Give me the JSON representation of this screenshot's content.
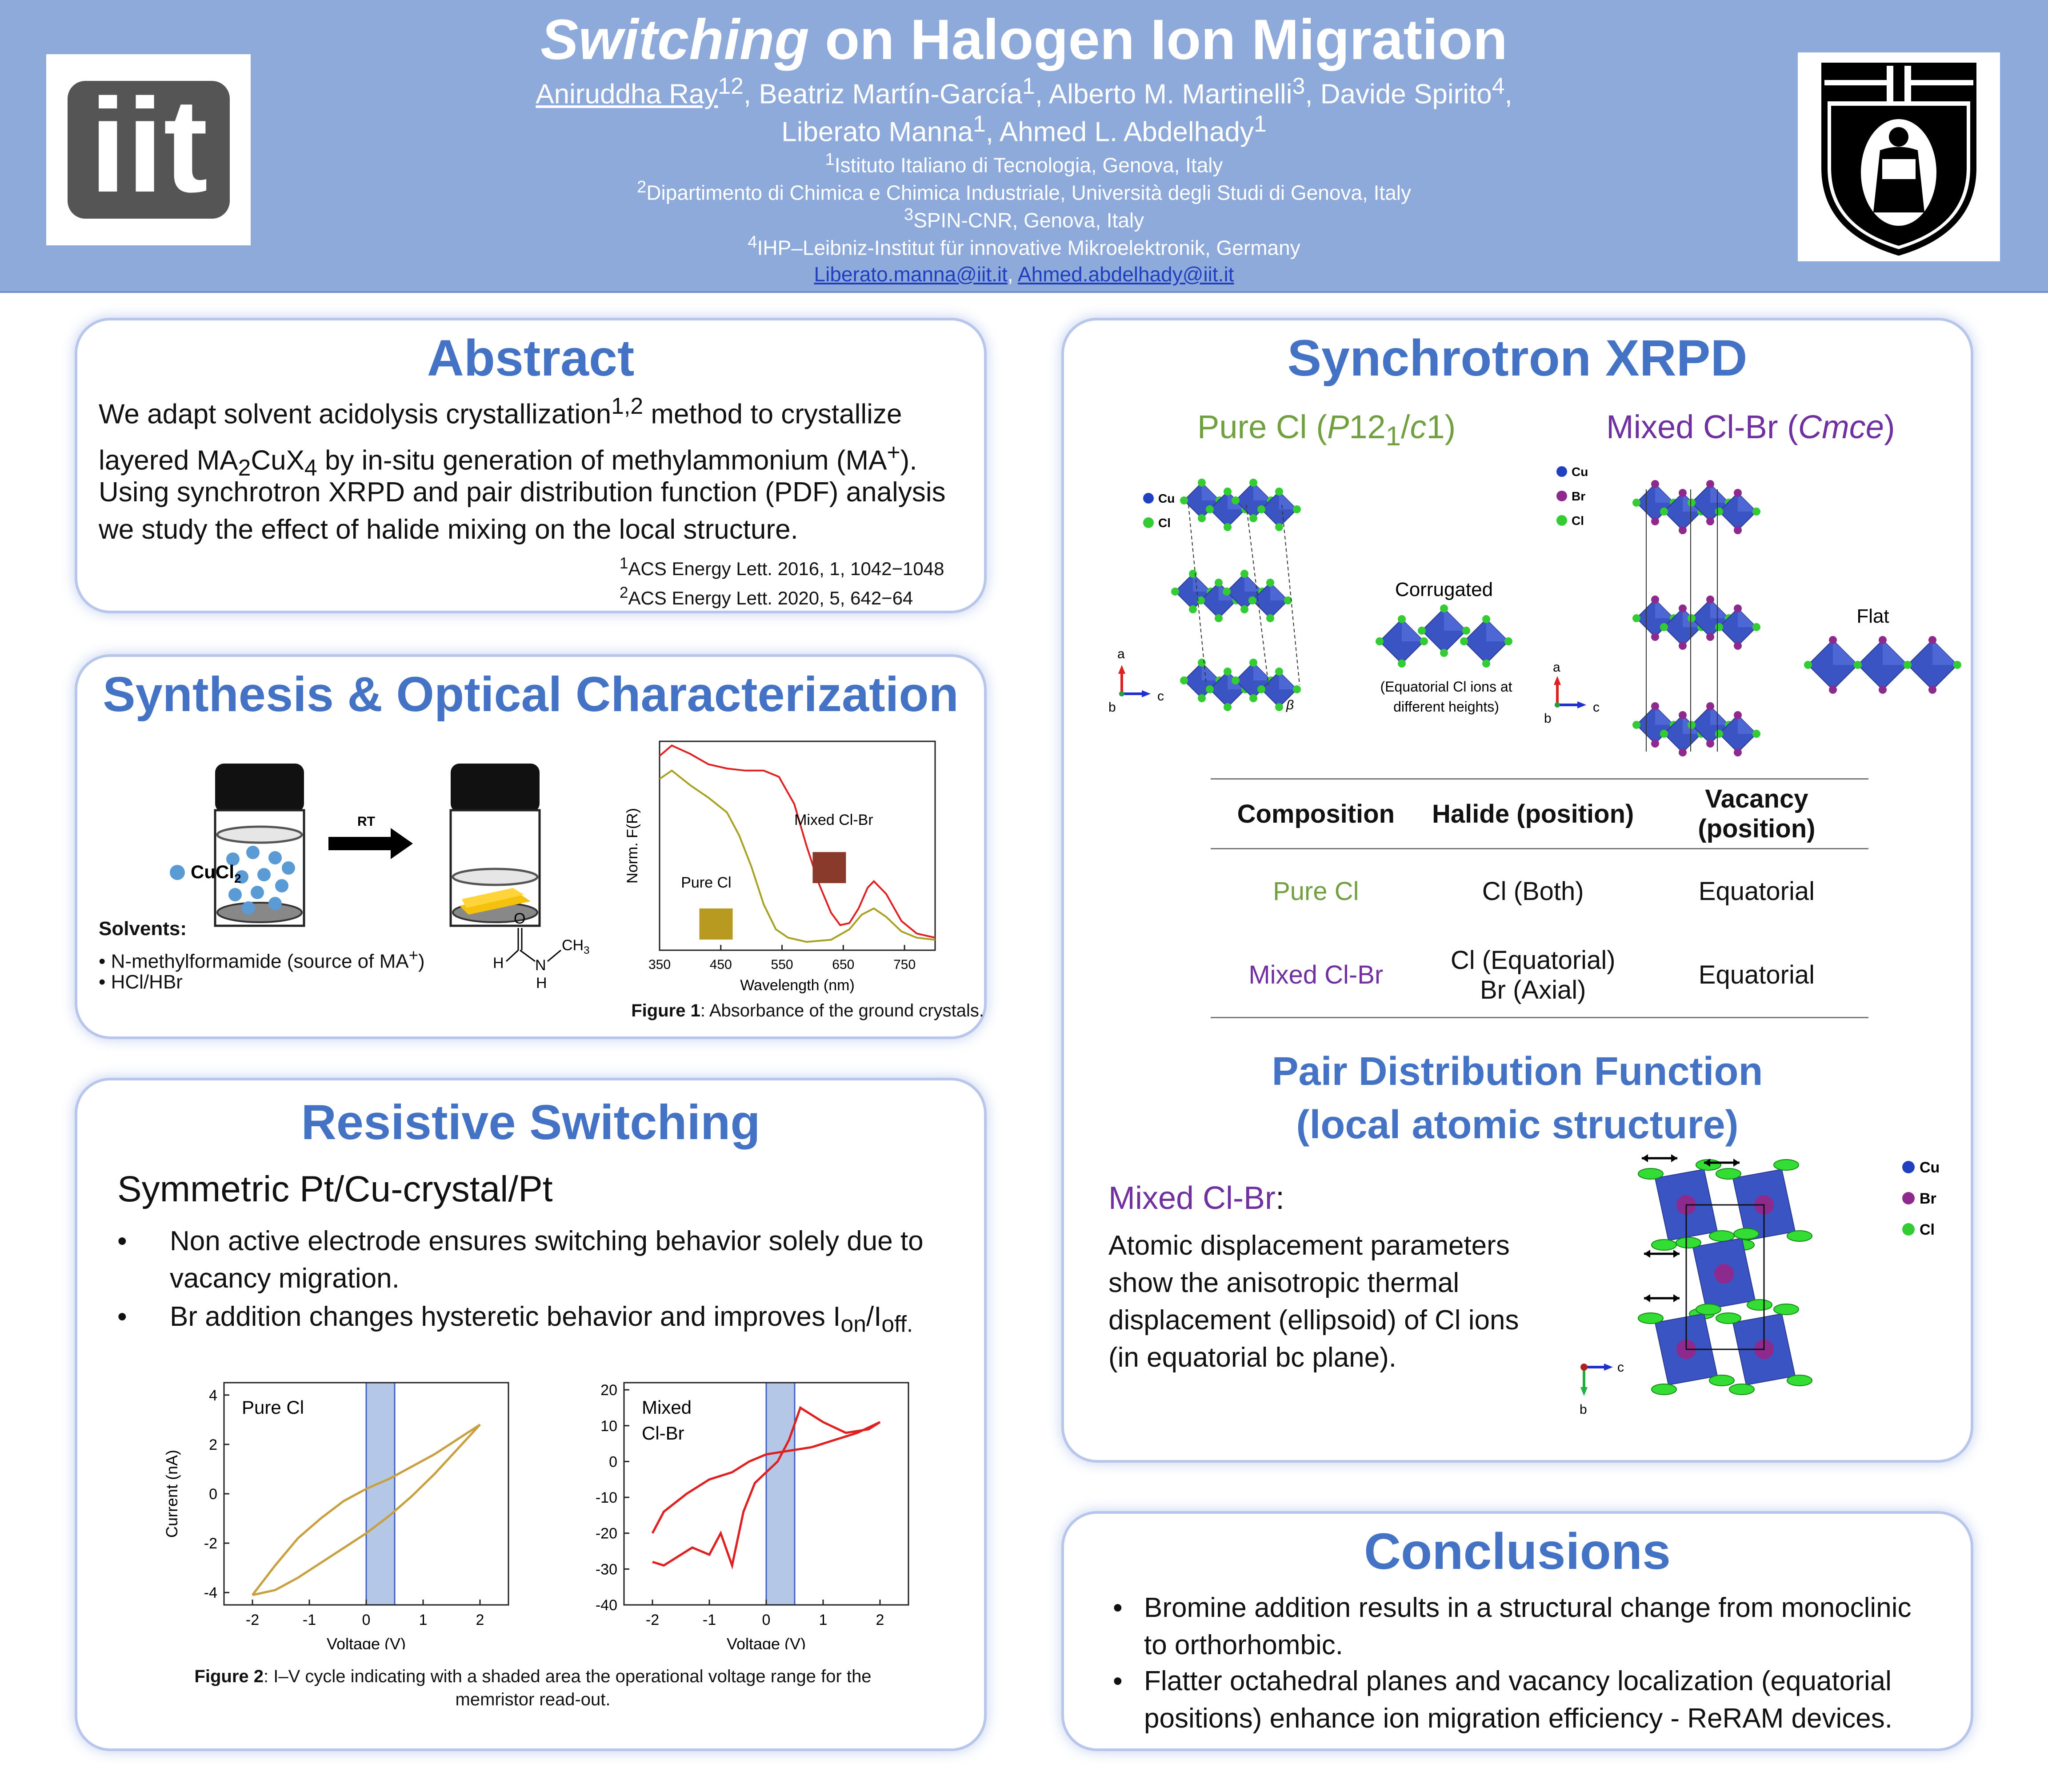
{
  "header": {
    "title_italic": "Switching",
    "title_rest": " on Halogen Ion Migration",
    "authors_line1": {
      "a1": "Aniruddha Ray",
      "a1_sup": "12",
      "a2": ", Beatriz Martín-García",
      "a2_sup": "1",
      "a3": ", Alberto M. Martinelli",
      "a3_sup": "3",
      "a4": ", Davide Spirito",
      "a4_sup": "4",
      "end": ","
    },
    "authors_line2": {
      "a5": "Liberato Manna",
      "a5_sup": "1",
      "a6": ", Ahmed L. Abdelhady",
      "a6_sup": "1"
    },
    "affiliations": [
      {
        "sup": "1",
        "text": "Istituto Italiano di Tecnologia, Genova, Italy"
      },
      {
        "sup": "2",
        "text": "Dipartimento di Chimica e Chimica Industriale, Università degli Studi di Genova, Italy"
      },
      {
        "sup": "3",
        "text": "SPIN-CNR, Genova, Italy"
      },
      {
        "sup": "4",
        "text": "IHP–Leibniz-Institut für innovative Mikroelektronik, Germany"
      }
    ],
    "email1": "Liberato.manna@iit.it",
    "email_sep": ", ",
    "email2": "Ahmed.abdelhady@iit.it",
    "logo_text": "iit"
  },
  "abstract": {
    "title": "Abstract",
    "p1_a": "We adapt solvent acidolysis crystallization",
    "p1_sup": "1,2",
    "p1_b": " method to crystallize",
    "p1_c": "layered MA",
    "p1_sub1": "2",
    "p1_d": "CuX",
    "p1_sub2": "4",
    "p1_e": " by in-situ generation of methylammonium (MA",
    "p1_sup2": "+",
    "p1_f": ").",
    "p2_a": "Using synchrotron XRPD and pair distribution function (PDF) analysis",
    "p2_b": "we study the effect of halide mixing on the local structure.",
    "ref1_sup": "1",
    "ref1": "ACS Energy Lett. 2016, 1, 1042−1048",
    "ref2_sup": "2",
    "ref2": "ACS Energy Lett. 2020, 5, 642−64"
  },
  "synthesis": {
    "title": "Synthesis & Optical Characterization",
    "rt_label": "RT",
    "cucl2_label": "CuCl",
    "cucl2_sub": "2",
    "solvents_label": "Solvents:",
    "solvent1": "• N-methylformamide (source of MA",
    "solvent1_sup": "+",
    "solvent1_end": ")",
    "solvent2": "• HCl/HBr",
    "mol_O": "O",
    "mol_H1": "H",
    "mol_N": "N",
    "mol_CH3": "CH",
    "mol_CH3_sub": "3",
    "mol_H2": "H",
    "fig_label": "Figure 1",
    "fig_caption": ": Absorbance of the ground crystals."
  },
  "switching": {
    "title": "Resistive Switching",
    "subtitle": "Symmetric Pt/Cu-crystal/Pt",
    "bullet1_a": "Non active electrode ensures switching behavior solely due to",
    "bullet1_b": "vacancy migration.",
    "bullet2_a": "Br addition changes hysteretic behavior and improves I",
    "bullet2_sub1": "on",
    "bullet2_b": "/I",
    "bullet2_sub2": "off.",
    "bullet_glyph": "•",
    "fig_label": "Figure 2",
    "fig_caption_a": ": I–V cycle indicating with a shaded area the operational voltage range for the",
    "fig_caption_b": "memristor read-out."
  },
  "xrpd": {
    "title": "Synchrotron XRPD",
    "pure_title_a": "Pure Cl (",
    "pure_title_i1": "P",
    "pure_title_b": "12",
    "pure_title_sub": "1",
    "pure_title_c": "/",
    "pure_title_i2": "c",
    "pure_title_d": "1)",
    "mixed_title_a": "Mixed Cl-Br (",
    "mixed_title_i": "Cmce",
    "mixed_title_b": ")",
    "legend_cu": "Cu",
    "legend_br": "Br",
    "legend_cl": "Cl",
    "corrugated": "Corrugated",
    "flat": "Flat",
    "eq_note_a": "(Equatorial Cl ions at",
    "eq_note_b": "different heights)",
    "axis_a": "a",
    "axis_b": "b",
    "axis_c": "c",
    "beta": "β",
    "table": {
      "headers": [
        "Composition",
        "Halide (position)",
        "Vacancy",
        "(position)"
      ],
      "rows": [
        {
          "comp": "Pure Cl",
          "halide_a": "Cl (Both)",
          "halide_b": "",
          "vacancy": "Equatorial"
        },
        {
          "comp": "Mixed Cl-Br",
          "halide_a": "Cl (Equatorial)",
          "halide_b": "Br (Axial)",
          "vacancy": "Equatorial"
        }
      ]
    }
  },
  "pdf": {
    "title_a": "Pair Distribution Function",
    "title_b": "(local atomic structure)",
    "mixed_label": "Mixed Cl-Br",
    "colon": ":",
    "text_lines": [
      "Atomic displacement parameters",
      "show the anisotropic thermal",
      "displacement (ellipsoid) of Cl ions",
      "(in equatorial bc plane)."
    ]
  },
  "conclusions": {
    "title": "Conclusions",
    "bullet_glyph": "•",
    "b1_a": "Bromine addition results in a structural change from monoclinic",
    "b1_b": "to orthorhombic.",
    "b2_a": "Flatter octahedral planes and vacancy localization (equatorial",
    "b2_b": "positions) enhance ion migration efficiency - ReRAM devices."
  },
  "colors": {
    "header_bg": "#8eaadb",
    "title_blue": "#4472c4",
    "pure_green": "#70a040",
    "mixed_purple": "#7030a0",
    "octa_blue": "#3b54c4",
    "cl_green": "#33cc33",
    "br_purple": "#8e2a8e"
  },
  "chart_data": [
    {
      "type": "line",
      "title": "",
      "xlabel": "Wavelength (nm)",
      "ylabel": "Norm. F(R)",
      "xlim": [
        350,
        800
      ],
      "xticks": [
        350,
        450,
        550,
        650,
        750
      ],
      "series": [
        {
          "name": "Mixed Cl-Br",
          "color": "#e02020",
          "x": [
            350,
            370,
            400,
            430,
            460,
            490,
            520,
            545,
            570,
            590,
            610,
            630,
            645,
            660,
            675,
            690,
            700,
            720,
            745,
            770,
            800
          ],
          "y": [
            0.93,
            0.98,
            0.94,
            0.89,
            0.87,
            0.86,
            0.86,
            0.83,
            0.7,
            0.5,
            0.32,
            0.18,
            0.12,
            0.13,
            0.2,
            0.3,
            0.33,
            0.27,
            0.14,
            0.08,
            0.06
          ]
        },
        {
          "name": "Pure Cl",
          "color": "#a8a020",
          "x": [
            350,
            370,
            400,
            430,
            460,
            480,
            500,
            520,
            540,
            560,
            590,
            630,
            660,
            680,
            700,
            720,
            745,
            770,
            800
          ],
          "y": [
            0.82,
            0.86,
            0.79,
            0.73,
            0.66,
            0.55,
            0.4,
            0.22,
            0.1,
            0.06,
            0.04,
            0.05,
            0.1,
            0.17,
            0.2,
            0.16,
            0.09,
            0.06,
            0.05
          ]
        }
      ],
      "annotations": [
        "Mixed Cl-Br",
        "Pure Cl"
      ]
    },
    {
      "type": "line",
      "title": "",
      "xlabel": "Voltage (V)",
      "ylabel": "Current (nA)",
      "xlim": [
        -2.5,
        2.5
      ],
      "ylim": [
        -4.5,
        4.5
      ],
      "xticks": [
        -2,
        -1,
        0,
        1,
        2
      ],
      "yticks": [
        -4,
        -2,
        0,
        2,
        4
      ],
      "shaded_range": [
        0,
        0.5
      ],
      "annotation": "Pure Cl",
      "series": [
        {
          "name": "Pure Cl",
          "color": "#c8a040",
          "x": [
            -2.0,
            -1.6,
            -1.2,
            -0.8,
            -0.4,
            0.0,
            0.4,
            0.8,
            1.2,
            1.6,
            2.0,
            1.6,
            1.2,
            0.8,
            0.4,
            0.0,
            -0.4,
            -0.8,
            -1.2,
            -1.6,
            -2.0
          ],
          "y": [
            -4.1,
            -3.9,
            -3.4,
            -2.8,
            -2.2,
            -1.6,
            -0.9,
            -0.1,
            0.8,
            1.8,
            2.8,
            2.2,
            1.6,
            1.1,
            0.6,
            0.2,
            -0.3,
            -1.0,
            -1.8,
            -2.9,
            -4.1
          ]
        }
      ]
    },
    {
      "type": "line",
      "title": "",
      "xlabel": "Voltage (V)",
      "ylabel": "",
      "xlim": [
        -2.5,
        2.5
      ],
      "ylim": [
        -40,
        22
      ],
      "xticks": [
        -2,
        -1,
        0,
        1,
        2
      ],
      "yticks": [
        -40,
        -30,
        -20,
        -10,
        0,
        10,
        20
      ],
      "shaded_range": [
        0,
        0.5
      ],
      "annotation": "Mixed Cl-Br",
      "series": [
        {
          "name": "Mixed Cl-Br",
          "color": "#e02020",
          "x": [
            -2.0,
            -1.8,
            -1.6,
            -1.3,
            -1.0,
            -0.8,
            -0.6,
            -0.4,
            -0.2,
            0.0,
            0.2,
            0.4,
            0.6,
            1.0,
            1.4,
            1.8,
            2.0,
            1.6,
            1.2,
            0.8,
            0.4,
            0.0,
            -0.3,
            -0.6,
            -1.0,
            -1.4,
            -1.8,
            -2.0
          ],
          "y": [
            -28,
            -29,
            -27,
            -24,
            -26,
            -20,
            -29,
            -14,
            -6,
            -3,
            0,
            6,
            15,
            11,
            8,
            9,
            11,
            8,
            6,
            4,
            3,
            2,
            0,
            -3,
            -5,
            -9,
            -14,
            -20
          ]
        }
      ]
    }
  ]
}
